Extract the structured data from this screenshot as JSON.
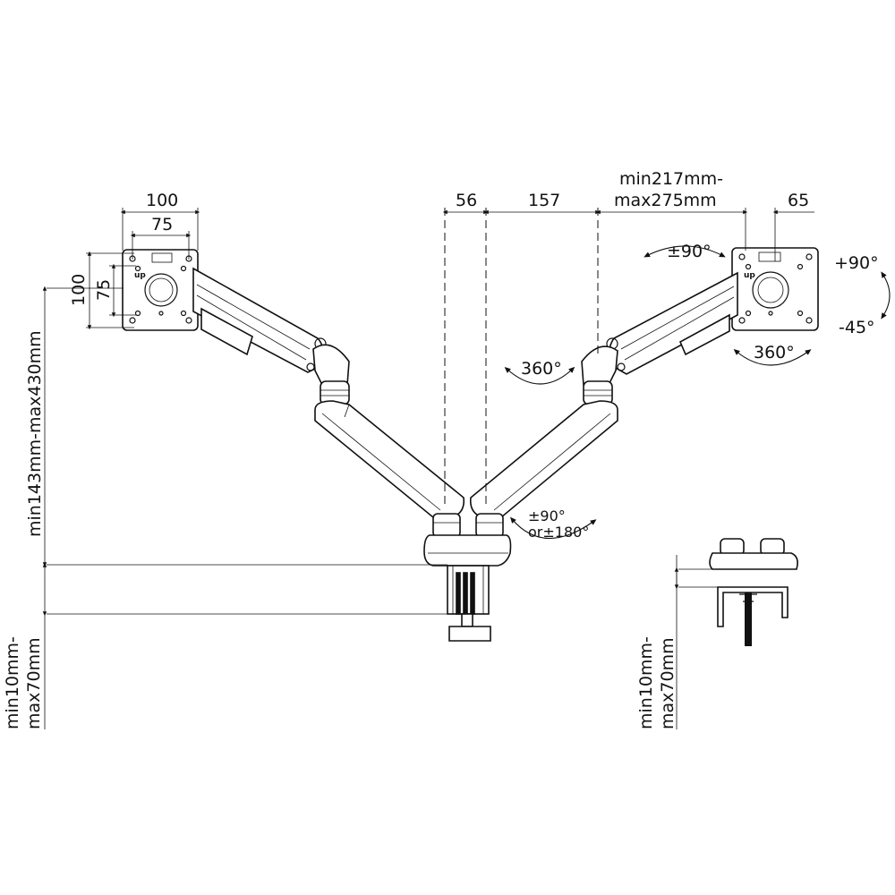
{
  "labels": {
    "vesa_outer": "100",
    "vesa_inner": "75",
    "vesa_outer_v": "100",
    "vesa_inner_v": "75",
    "height_range": "min143mm-max430mm",
    "dim_56": "56",
    "dim_157": "157",
    "extension_1": "min217mm-",
    "extension_2": "max275mm",
    "dim_65": "65",
    "tilt_pm90": "±90°",
    "tilt_up": "+90°",
    "tilt_down": "-45°",
    "rot_360_head": "360°",
    "rot_360_arm": "360°",
    "base_swivel_1": "±90°",
    "base_swivel_2": "or±180°",
    "desk_main_1": "min10mm-",
    "desk_main_2": "max70mm",
    "desk_side_1": "min10mm-",
    "desk_side_2": "max70mm",
    "up_left": "up",
    "up_right": "up"
  }
}
